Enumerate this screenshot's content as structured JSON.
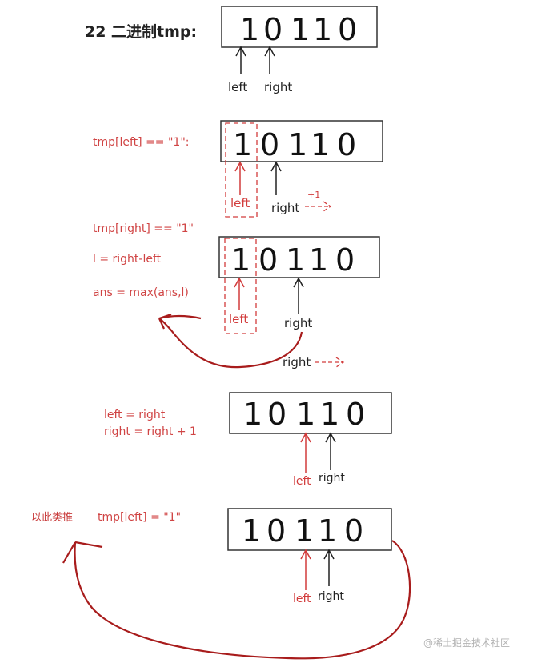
{
  "colors": {
    "red": "#d23c3c",
    "black": "#222222",
    "note_red": "#d04444",
    "watermark": "#b3b3b3"
  },
  "header": {
    "title": "22 二进制tmp:"
  },
  "frames": [
    {
      "digits": [
        "1",
        "0",
        "1",
        "1",
        "0"
      ],
      "left_label": "left",
      "right_label": "right"
    },
    {
      "digits": [
        "1",
        "0",
        "1",
        "1",
        "0"
      ],
      "left_label": "left",
      "right_label": "right",
      "plus_label": "+1",
      "note": "tmp[left] == \"1\":"
    },
    {
      "digits": [
        "1",
        "0",
        "1",
        "1",
        "0"
      ],
      "left_label": "left",
      "right_label": "right",
      "right_label_2": "right",
      "notes": [
        "tmp[right] == \"1\"",
        "l = right-left",
        "ans = max(ans,l)"
      ]
    },
    {
      "digits": [
        "1",
        "0",
        "1",
        "1",
        "0"
      ],
      "left_label": "left",
      "right_label": "right",
      "notes": [
        "left = right",
        "right = right + 1"
      ]
    },
    {
      "digits": [
        "1",
        "0",
        "1",
        "1",
        "0"
      ],
      "left_label": "left",
      "right_label": "right",
      "note_cn": "以此类推",
      "note": "tmp[left] = \"1\""
    }
  ],
  "watermark": "@稀土掘金技术社区"
}
